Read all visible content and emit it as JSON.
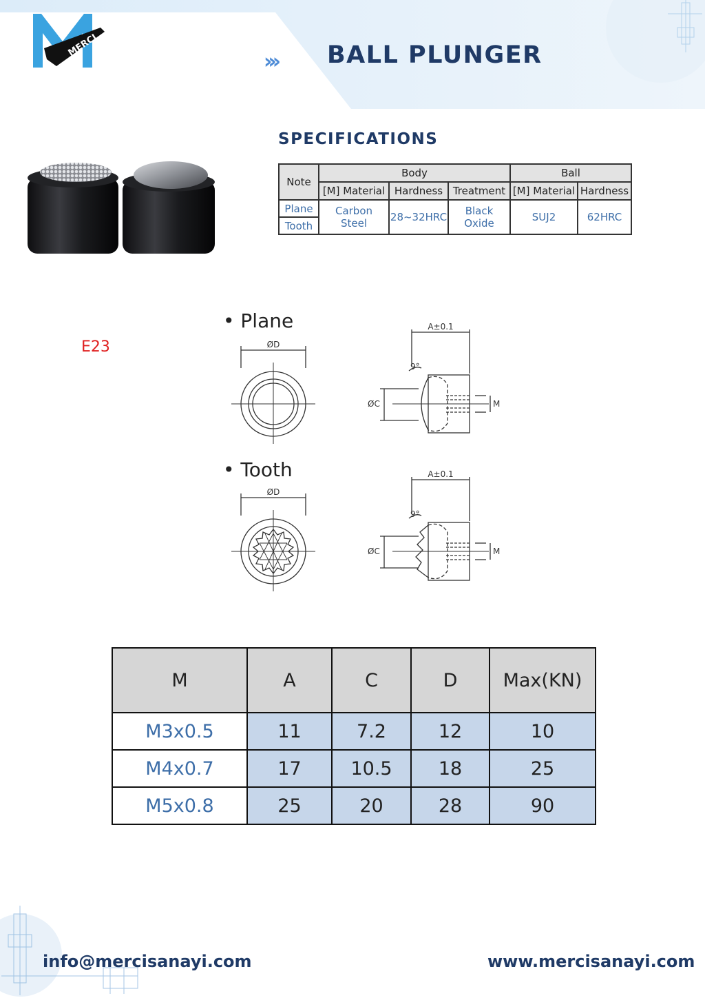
{
  "header": {
    "logo_text": "MERCI",
    "chevrons": "›››",
    "title": "BALL PLUNGER"
  },
  "specifications": {
    "heading": "SPECIFICATIONS",
    "note_label": "Note",
    "body_label": "Body",
    "ball_label": "Ball",
    "columns": [
      "[M] Material",
      "Hardness",
      "Treatment",
      "[M] Material",
      "Hardness"
    ],
    "notes": [
      "Plane",
      "Tooth"
    ],
    "body_material": [
      "Carbon",
      "Steel"
    ],
    "body_hardness": "28~32HRC",
    "body_treatment": [
      "Black",
      "Oxide"
    ],
    "ball_material": "SUJ2",
    "ball_hardness": "62HRC"
  },
  "code_label": "E23",
  "drawings": {
    "plane": {
      "label": "• Plane",
      "dim_d": "ØD",
      "dim_a": "A±0.1",
      "angle": "9°",
      "dim_c": "ØC",
      "dim_m": "M"
    },
    "tooth": {
      "label": "• Tooth",
      "dim_d": "ØD",
      "dim_a": "A±0.1",
      "angle": "9°",
      "dim_c": "ØC",
      "dim_m": "M"
    }
  },
  "dimension_table": {
    "headers": [
      "M",
      "A",
      "C",
      "D",
      "Max(KN)"
    ],
    "rows": [
      [
        "M3x0.5",
        "11",
        "7.2",
        "12",
        "10"
      ],
      [
        "M4x0.7",
        "17",
        "10.5",
        "18",
        "25"
      ],
      [
        "M5x0.8",
        "25",
        "20",
        "28",
        "90"
      ]
    ]
  },
  "footer": {
    "email": "info@mercisanayi.com",
    "website": "www.mercisanayi.com"
  },
  "colors": {
    "navy": "#1f3a66",
    "accent_blue": "#4d8bd6",
    "value_fill": "#c6d6ea",
    "header_fill": "#d6d6d6",
    "code_red": "#e02020"
  }
}
